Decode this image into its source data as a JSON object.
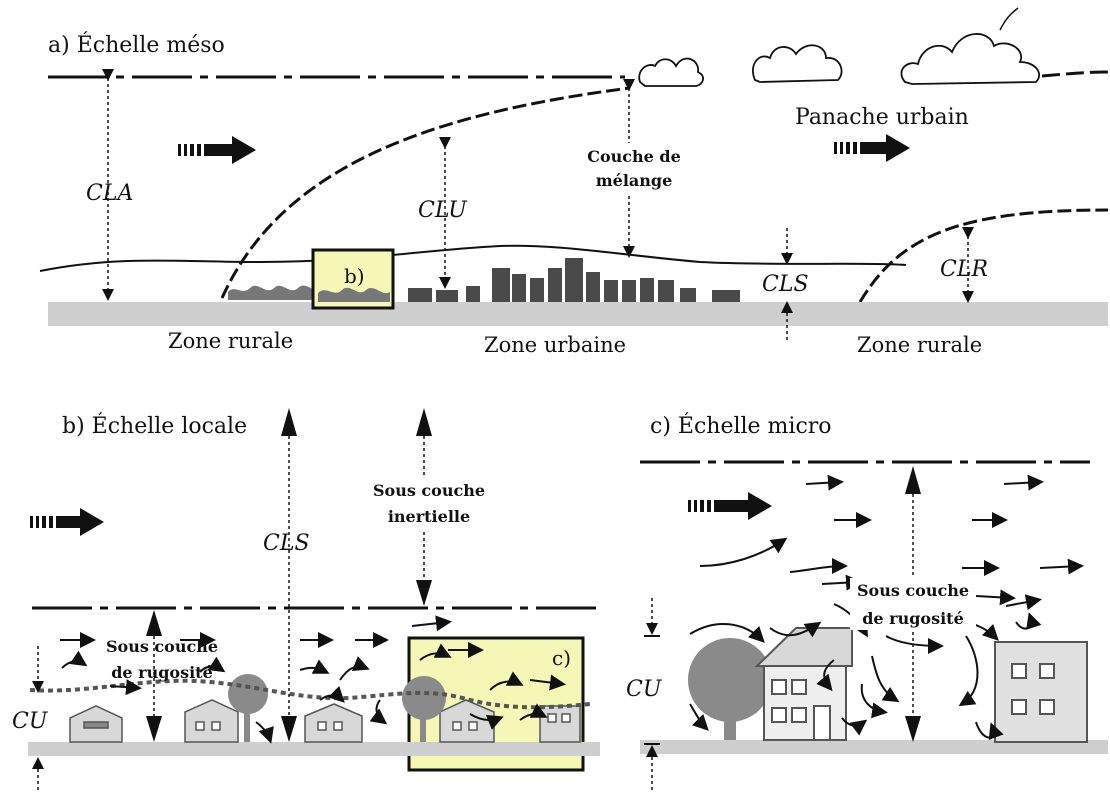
{
  "panel_a": {
    "title": "a) Échelle méso",
    "cla": "CLA",
    "clu": "CLU",
    "couche_line1": "Couche de",
    "couche_line2": "mélange",
    "panache": "Panache urbain",
    "cls": "CLS",
    "clr": "CLR",
    "inset_b": "b)",
    "zone_rurale_left": "Zone rurale",
    "zone_urbaine": "Zone urbaine",
    "zone_rurale_right": "Zone rurale"
  },
  "panel_b": {
    "title": "b) Échelle locale",
    "cls": "CLS",
    "inertielle_line1": "Sous couche",
    "inertielle_line2": "inertielle",
    "rugosite_line1": "Sous couche",
    "rugosite_line2": "de rugosité",
    "cu": "CU",
    "inset_c": "c)"
  },
  "panel_c": {
    "title": "c) Échelle micro",
    "rugosite_line1": "Sous couche",
    "rugosite_line2": "de rugosité",
    "cu": "CU"
  },
  "colors": {
    "inset_fill": "#f4f7b6",
    "ground": "#cfcfcf",
    "building": "#4a4a4a",
    "tree": "#8a8a8a"
  }
}
